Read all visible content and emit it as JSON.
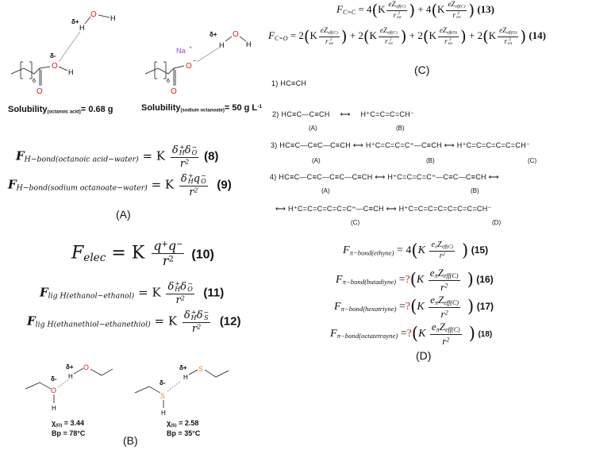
{
  "panelA": {
    "acid_atoms": {
      "delta_plus": "δ+",
      "h_water": "H",
      "o_water": "O",
      "h2_water": "H",
      "delta_minus": "δ-",
      "o_hydroxyl": "O",
      "h_hydroxyl": "H",
      "o_carbonyl": "O",
      "repeat": "6"
    },
    "salt_atoms": {
      "na": "Na",
      "na_charge": "+",
      "delta_plus": "δ+",
      "h_water": "H",
      "o_water": "O",
      "h2_water": "H",
      "o_anion": "O",
      "o_charge": "−",
      "o_carbonyl": "O",
      "repeat": "6"
    },
    "solubility_acid": {
      "label": "Solubility",
      "sub": "(octanoic acid)",
      "value": "= 0.68 g"
    },
    "solubility_salt": {
      "label": "Solubility",
      "sub": "(sodium octanoate)",
      "value": "= 50 g L",
      "unit_sup": "-1"
    },
    "eq8": {
      "lhs": "F",
      "lhs_sub": "H−bond(octanoic acid−water)",
      "eq": "= K",
      "n1": "δ",
      "n1_sup": "+",
      "n1_sub": "H",
      "n2": "δ",
      "n2_sup": "−",
      "n2_sub": "O",
      "den": "r",
      "den_sup": "2",
      "number": "(8)"
    },
    "eq9": {
      "lhs": "F",
      "lhs_sub": "H−bond(sodium octanoate−water)",
      "eq": "= K",
      "n1": "δ",
      "n1_sup": "+",
      "n1_sub": "H",
      "n2": "q",
      "n2_sup": "−",
      "n2_sub": "O",
      "den": "r",
      "den_sup": "2",
      "number": "(9)"
    },
    "label": "(A)"
  },
  "panelB": {
    "eq10": {
      "lhs": "F",
      "lhs_sub": "elec",
      "eq": "= K",
      "n1": "q",
      "n1_sup": "+",
      "n2": "q",
      "n2_sup": "−",
      "den": "r",
      "den_sup": "2",
      "number": "(10)"
    },
    "eq11": {
      "lhs": "F",
      "lhs_sub": "lig H(ethanol−ethanol)",
      "eq": "= K",
      "n1": "δ",
      "n1_sup": "+",
      "n1_sub": "H",
      "n2": "δ",
      "n2_sup": "−",
      "n2_sub": "O",
      "den": "r",
      "den_sup": "2",
      "number": "(11)"
    },
    "eq12": {
      "lhs": "F",
      "lhs_sub": "lig H(ethanethiol−ethanethiol)",
      "eq": "= K",
      "n1": "δ",
      "n1_sup": "+",
      "n1_sub": "H",
      "n2": "δ",
      "n2_sup": "−",
      "n2_sub": "S",
      "den": "r",
      "den_sup": "2",
      "number": "(12)"
    },
    "ethanol_atoms": {
      "delta_plus": "δ+",
      "h_donor": "H",
      "o_donor": "O",
      "delta_minus": "δ-",
      "o_acceptor": "O",
      "h_acceptor": "H"
    },
    "ethanethiol_atoms": {
      "delta_plus": "δ+",
      "h_donor": "H",
      "s_donor": "S",
      "delta_minus": "δ-",
      "s_acceptor": "S",
      "h_acceptor": "H"
    },
    "ethanol_props": {
      "chi": "χ",
      "chi_sub": "(O)",
      "chi_value": "= 3.44",
      "bp": "Bp = 78°C"
    },
    "ethanethiol_props": {
      "chi": "χ",
      "chi_sub": "(S)",
      "chi_value": "= 2.58",
      "bp": "Bp = 35°C"
    },
    "label": "(B)"
  },
  "panelC": {
    "eq13": {
      "lhs": "F",
      "lhs_sub": "C=C",
      "terms": [
        {
          "coef": "= 4",
          "K": "K",
          "num": "eZ",
          "num_sub": "eff(C)",
          "den": "r",
          "den_sup": "2",
          "den_sub": "eσ"
        },
        {
          "coef": "+ 4",
          "K": "K",
          "num": "eZ",
          "num_sub": "eff(C)",
          "den": "r",
          "den_sup": "2",
          "den_sub": "eπ"
        }
      ],
      "number": "(13)"
    },
    "eq14": {
      "lhs": "F",
      "lhs_sub": "C=O",
      "terms": [
        {
          "coef": "= 2",
          "K": "K",
          "num": "eZ",
          "num_sub": "eff(C)",
          "den": "r",
          "den_sup": "2",
          "den_sub": "eσ"
        },
        {
          "coef": "+ 2",
          "K": "K",
          "num": "eZ",
          "num_sub": "eff(C)",
          "den": "r",
          "den_sup": "2",
          "den_sub": "eπ"
        },
        {
          "coef": "+ 2",
          "K": "K",
          "num": "eZ",
          "num_sub": "eff(O)",
          "den": "r",
          "den_sup": "2",
          "den_sub": "eσ"
        },
        {
          "coef": "+ 2",
          "K": "K",
          "num": "eZ",
          "num_sub": "eff(O)",
          "den": "r",
          "den_sup": "2",
          "den_sub": "eπ"
        }
      ],
      "number": "(14)"
    },
    "label": "(C)"
  },
  "panelD": {
    "resonance": [
      {
        "index": "1)",
        "structures": [
          {
            "formula": "HC≡CH",
            "label": ""
          }
        ]
      },
      {
        "index": "2)",
        "structures": [
          {
            "formula": "HC≡C—C≡CH",
            "label": "(A)"
          },
          {
            "formula": "H⁺C=C=C=CH⁻",
            "label": "(B)"
          }
        ]
      },
      {
        "index": "3)",
        "structures": [
          {
            "formula": "HC≡C—C≡C—C≡CH",
            "label": "(A)"
          },
          {
            "formula": "H⁺C=C=C=C⁼—C≡CH",
            "label": "(B)"
          },
          {
            "formula": "H⁺C=C=C=C=C=CH⁻",
            "label": "(C)"
          }
        ]
      },
      {
        "index": "4)",
        "structures": [
          {
            "formula": "HC≡C—C≡C—C≡C—C≡CH",
            "label": "(A)"
          },
          {
            "formula": "H⁺C=C=C=C⁼—C≡C—C≡CH",
            "label": "(B)"
          },
          {
            "formula": "H⁺C=C=C=C=C=C⁼—C≡CH",
            "label": "(C)"
          },
          {
            "formula": "H⁺C=C=C=C=C=C=C=CH⁻",
            "label": "(D)"
          }
        ]
      }
    ],
    "arrow": "⟷",
    "eq15": {
      "lhs": "F",
      "lhs_sub": "π−bond(ethyne)",
      "coef": "= 4",
      "q": "",
      "K": "K",
      "num": "e",
      "num_sub1": "π",
      "num2": "Z",
      "num_sub2": "eff(C)",
      "den": "r",
      "den_sup": "2",
      "number": "(15)"
    },
    "eq16": {
      "lhs": "F",
      "lhs_sub": "π−bond(butadiyne)",
      "coef": "=",
      "q": "?",
      "K": "K",
      "num": "e",
      "num_sub1": "π",
      "num2": "Z",
      "num_sub2": "eff(C)",
      "den": "r",
      "den_sup": "2",
      "number": "(16)"
    },
    "eq17": {
      "lhs": "F",
      "lhs_sub": "π−bond(hexatriyne)",
      "coef": "=",
      "q": "?",
      "K": "K",
      "num": "e",
      "num_sub1": "π",
      "num2": "Z",
      "num_sub2": "eff(C)",
      "den": "r",
      "den_sup": "2",
      "number": "(17)"
    },
    "eq18": {
      "lhs": "F",
      "lhs_sub": "π−bond(octatetrayne)",
      "coef": "=",
      "q": "?",
      "K": "K",
      "num": "e",
      "num_sub1": "π",
      "num2": "Z",
      "num_sub2": "eff(C)",
      "den": "r",
      "den_sup": "2",
      "number": "(18)"
    },
    "label": "(D)",
    "colors": {
      "question": "#e02020",
      "oxygen": "#e02020",
      "sulfur": "#f08020",
      "sodium": "#a040d0"
    }
  }
}
